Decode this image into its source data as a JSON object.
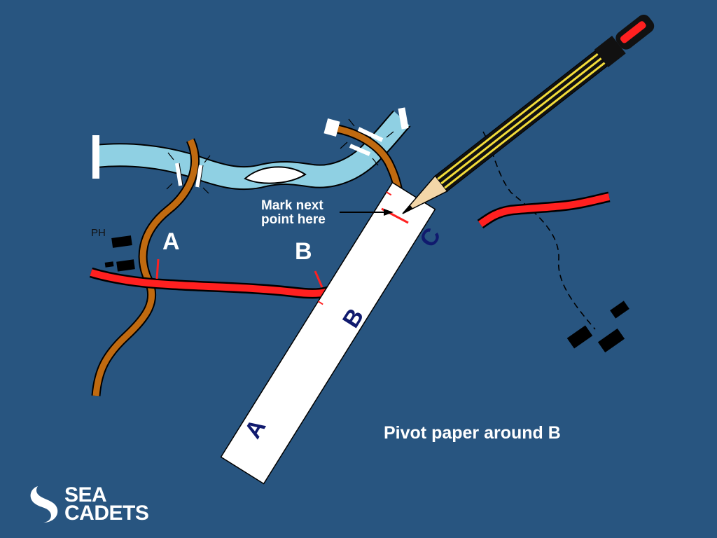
{
  "labels": {
    "point_a": "A",
    "point_b": "B",
    "pub": "PH",
    "mark_line1": "Mark next",
    "mark_line2": "point here",
    "caption": "Pivot paper around B"
  },
  "paper_strip": {
    "mark_a": "A",
    "mark_b": "B",
    "mark_c": "C"
  },
  "logo": {
    "line1": "SEA",
    "line2": "CADETS"
  },
  "colors": {
    "background": "#285580",
    "road": "#ff2020",
    "track": "#c06a10",
    "river": "#8fd0e3",
    "paper": "#ffffff",
    "paper_text": "#101a6e",
    "pencil_yellow": "#f2dc3a",
    "pencil_tip": "#ff2020"
  }
}
